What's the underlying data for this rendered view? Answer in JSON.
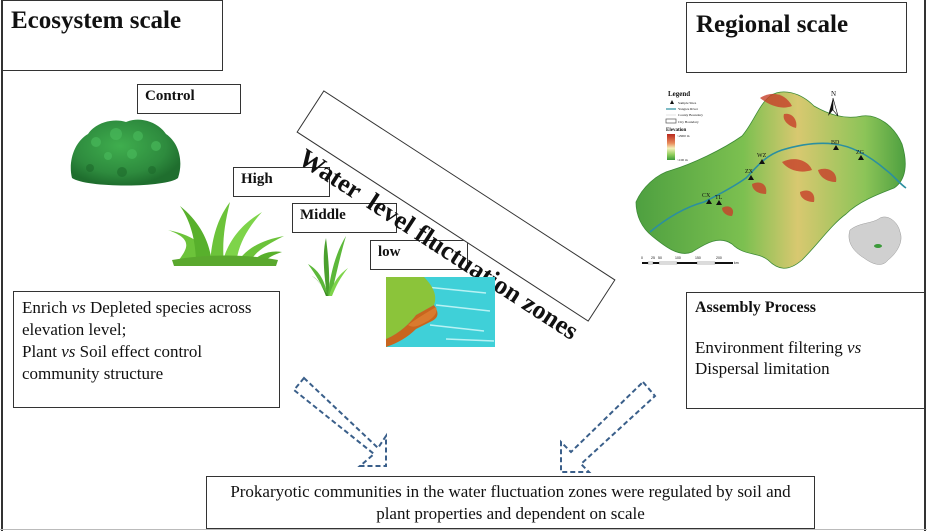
{
  "ecosystem": {
    "title": "Ecosystem scale",
    "levels": {
      "control": "Control",
      "high": "High",
      "middle": "Middle",
      "low": "low"
    },
    "banner": "Water  level fluctuation zones",
    "findings": {
      "line1_a": "Enrich ",
      "line1_vs": "vs",
      "line1_b": " Depleted species across elevation level;",
      "line2_a": "Plant ",
      "line2_vs": "vs",
      "line2_b": " Soil effect control community structure"
    }
  },
  "regional": {
    "title": "Regional scale",
    "map": {
      "legend_title": "Legend",
      "legend_items": [
        "Sample Sites",
        "Yangtze River",
        "County Boundary",
        "City Boundary"
      ],
      "elevation_label": "Elevation",
      "elevation_high": "~2900 m",
      "elevation_low": "~100 m",
      "north_label": "N",
      "sites": [
        "CX",
        "TL",
        "ZX",
        "WZ",
        "BD",
        "ZG"
      ],
      "scale_ticks": [
        "0",
        "25",
        "50",
        "100",
        "150",
        "200"
      ],
      "scale_unit": "km"
    },
    "assembly": {
      "title": "Assembly Process",
      "line_a": "Environment filtering ",
      "line_vs": "vs",
      "line_b": "Dispersal limitation"
    }
  },
  "conclusion": {
    "line1": "Prokaryotic communities in the water fluctuation zones were regulated by soil and",
    "line2": "plant properties and  dependent on scale"
  },
  "colors": {
    "arrow_dashed": "#3a5f8a",
    "shrub": "#2e8b3e",
    "grass": "#6cc33a",
    "water": "#3fd0d8",
    "soil": "#c8651e",
    "map_green": "#5aa84a",
    "map_red": "#c8402a",
    "river": "#2b8fa0"
  }
}
